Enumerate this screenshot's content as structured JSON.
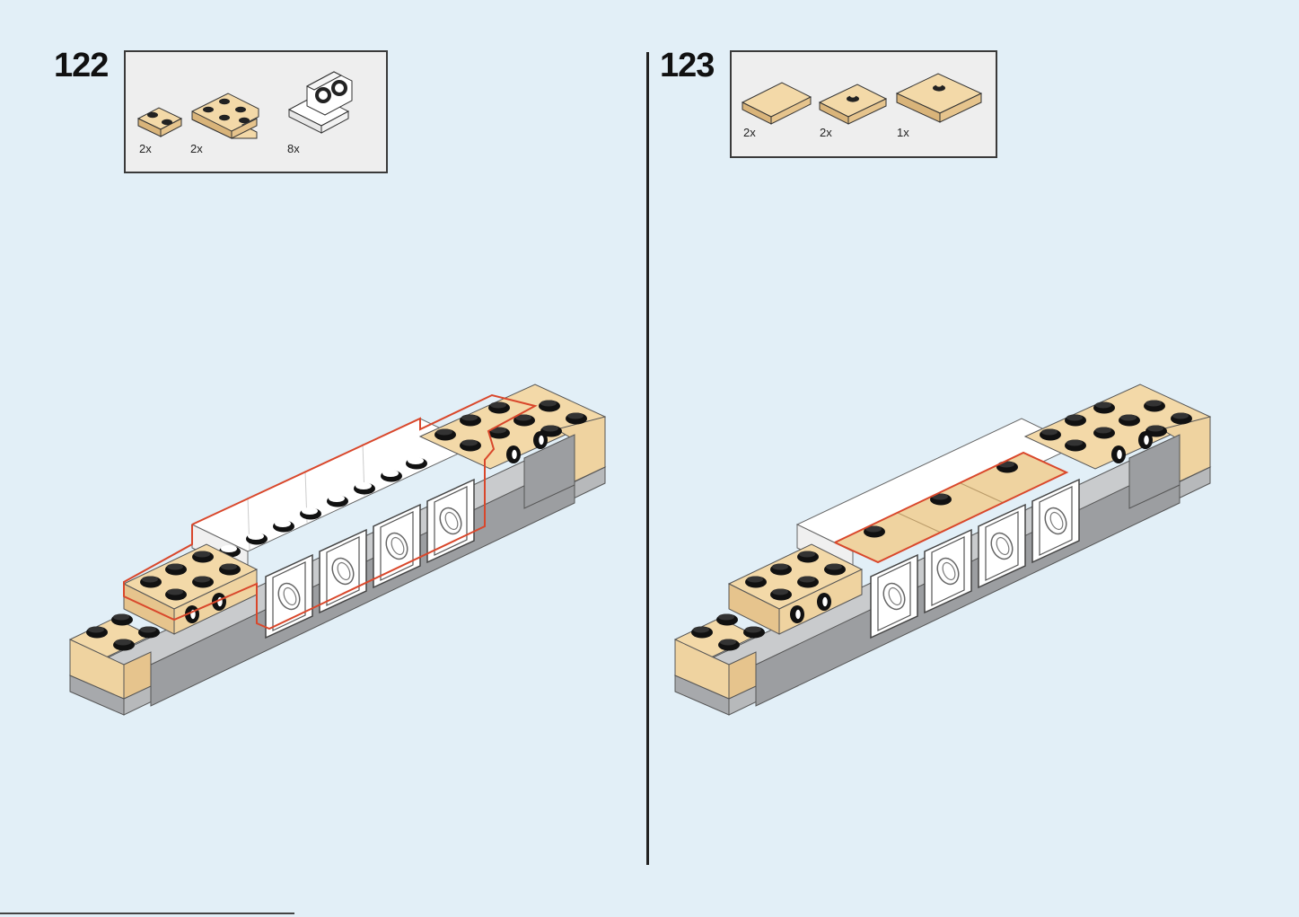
{
  "steps": [
    {
      "number": "122",
      "parts": [
        {
          "qty": "2x",
          "icon": "tan-plate-1x2-icon"
        },
        {
          "qty": "2x",
          "icon": "tan-plate-corner-icon"
        },
        {
          "qty": "8x",
          "icon": "white-bracket-icon"
        }
      ]
    },
    {
      "number": "123",
      "parts": [
        {
          "qty": "2x",
          "icon": "tan-tile-1x2-icon"
        },
        {
          "qty": "2x",
          "icon": "tan-jumper-plate-icon"
        },
        {
          "qty": "1x",
          "icon": "tan-jumper-2x2-icon"
        }
      ]
    }
  ],
  "colors": {
    "background": "#e2eff7",
    "tan": "#efd3a0",
    "gray": "#a7a9ac",
    "white": "#ffffff",
    "highlight": "#d9472b"
  }
}
